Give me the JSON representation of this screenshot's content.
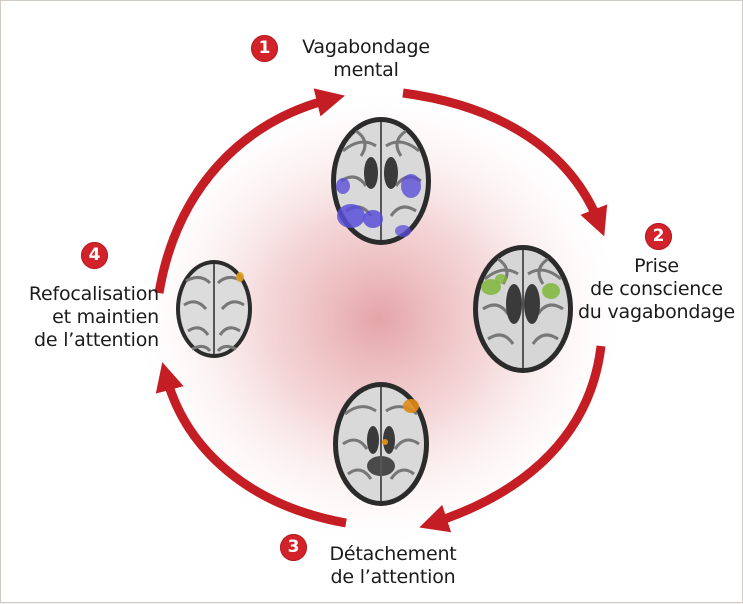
{
  "stages": [
    {
      "number": "1",
      "line1": "Vagabondage",
      "line2": "mental",
      "line3": ""
    },
    {
      "number": "2",
      "line1": "Prise",
      "line2": "de conscience",
      "line3": "du vagabondage"
    },
    {
      "number": "3",
      "line1": "Détachement",
      "line2": "de l’attention",
      "line3": ""
    },
    {
      "number": "4",
      "line1": "Refocalisation",
      "line2": "et maintien",
      "line3": "de l’attention"
    }
  ],
  "colors": {
    "arrow": "#c41e24",
    "badge": "#d3232a",
    "glow": "#d9787c",
    "activation_1": "#5a4fd8",
    "activation_2": "#7fb63a",
    "activation_3": "#e08a18",
    "activation_4": "#e0a020"
  },
  "icons": [
    "brain-axial-slice-icon",
    "cycle-arrow-icon"
  ]
}
